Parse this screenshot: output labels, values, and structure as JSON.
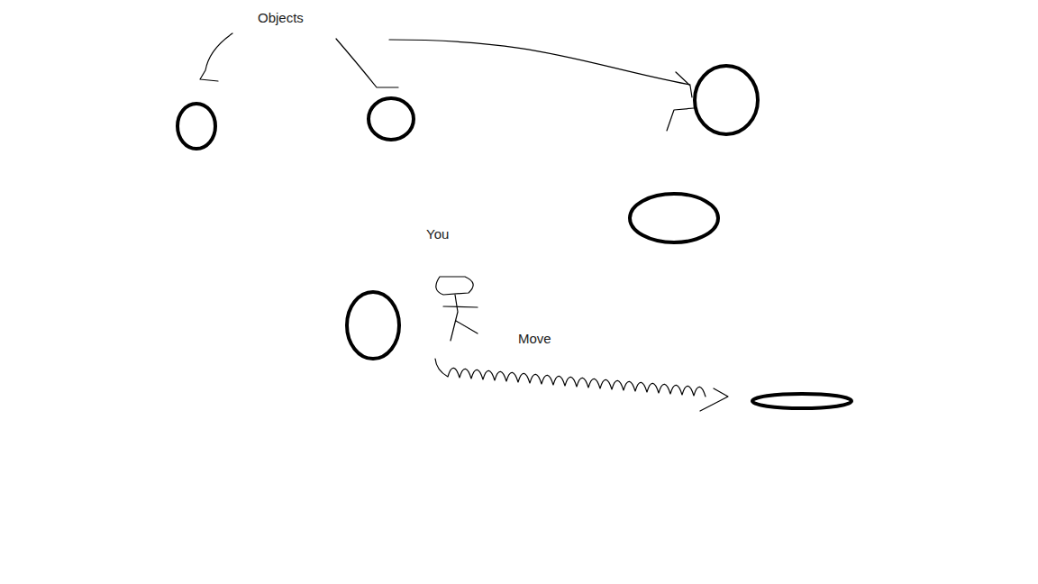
{
  "diagram": {
    "labels": [
      "Objects",
      "You",
      "Move"
    ]
  }
}
